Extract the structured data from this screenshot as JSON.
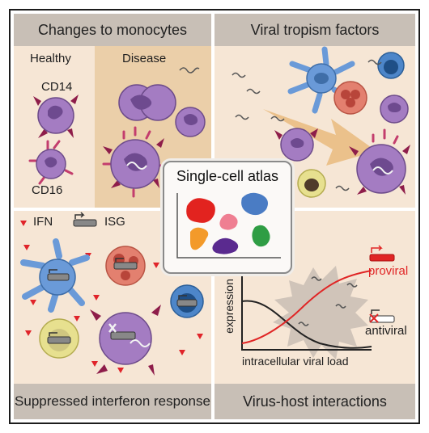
{
  "panels": {
    "top_left": {
      "title": "Changes to monocytes",
      "healthy_label": "Healthy",
      "disease_label": "Disease",
      "cd14_label": "CD14",
      "cd16_label": "CD16"
    },
    "top_right": {
      "title": "Viral tropism factors"
    },
    "bottom_left": {
      "title": "Suppressed interferon response",
      "ifn_label": "IFN",
      "isg_label": "ISG"
    },
    "bottom_right": {
      "title": "Virus-host interactions",
      "y_axis_label": "expression",
      "x_axis_label": "intracellular viral load",
      "proviral_label": "proviral",
      "antiviral_label": "antiviral"
    }
  },
  "atlas": {
    "title": "Single-cell atlas",
    "cluster_colors": [
      "#e2231f",
      "#4a7cc4",
      "#f39a2a",
      "#ef7f92",
      "#2f9d44",
      "#5a2a8f"
    ]
  },
  "colors": {
    "panel_bg": "#f6e6d5",
    "disease_bg": "#ebcfa9",
    "header_bg": "#c8bfb6",
    "proviral": "#e02525",
    "antiviral": "#222222",
    "ifn": "#e0242a",
    "monocyte": "#9b72b8"
  }
}
